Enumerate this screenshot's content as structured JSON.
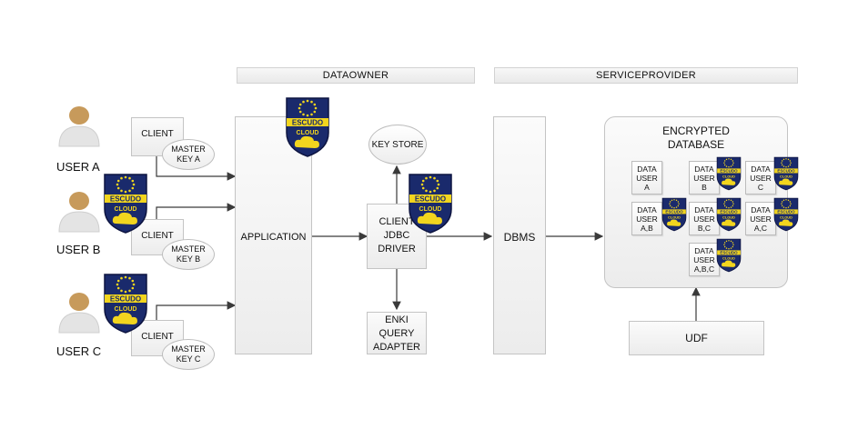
{
  "headers": {
    "dataowner": "DATAOWNER",
    "serviceprovider": "SERVICEPROVIDER"
  },
  "users": [
    {
      "label": "USER A",
      "client": "CLIENT",
      "key": "MASTER\nKEY A"
    },
    {
      "label": "USER B",
      "client": "CLIENT",
      "key": "MASTER\nKEY B"
    },
    {
      "label": "USER C",
      "client": "CLIENT",
      "key": "MASTER\nKEY C"
    }
  ],
  "application": "APPLICATION",
  "key_store": "KEY STORE",
  "jdbc_driver": "CLIENT\nJDBC\nDRIVER",
  "enki": "ENKI\nQUERY\nADAPTER",
  "dbms": "DBMS",
  "encrypted_db": {
    "title": "ENCRYPTED\nDATABASE",
    "cells": [
      "DATA\nUSER\nA",
      "DATA\nUSER\nB",
      "DATA\nUSER\nC",
      "DATA\nUSER\nA,B",
      "DATA\nUSER\nB,C",
      "DATA\nUSER\nA,C",
      "DATA\nUSER\nA,B,C"
    ]
  },
  "udf": "UDF",
  "logo": {
    "line1": "ESCUDO",
    "line2": "CLOUD",
    "colors": {
      "shield": "#1a2a6c",
      "band": "#f2d51e",
      "stars": "#f2d51e",
      "cloud": "#f2d51e"
    }
  },
  "colors": {
    "arrow": "#3a3a3a",
    "box_border": "#c4c4c4"
  }
}
